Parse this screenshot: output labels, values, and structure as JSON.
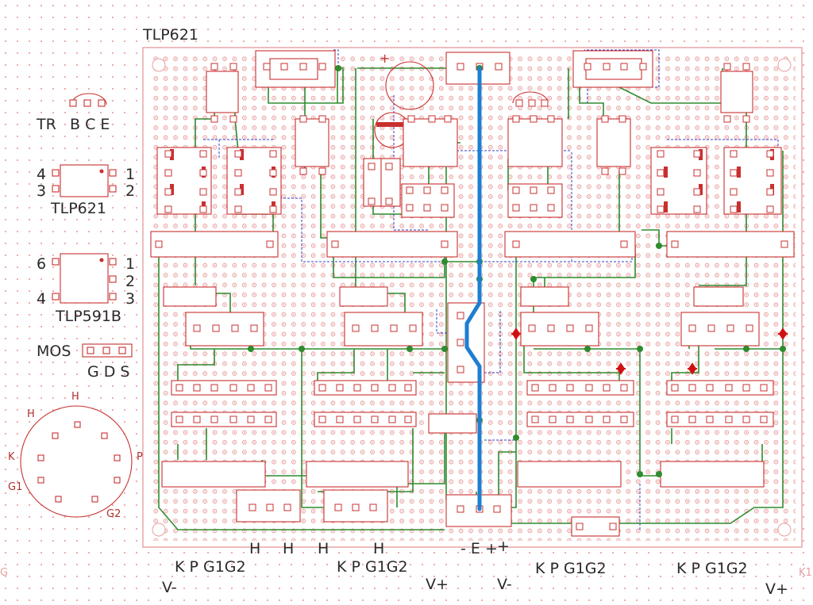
{
  "colors": {
    "background": "#ffffff",
    "board_outline": "#e8a0a0",
    "hole": "#e07070",
    "component": "#c83030",
    "trace": "#2e8b2e",
    "dashed_wire": "#3040c8",
    "bus": "#1e7fd0",
    "text": "#2a2a2a",
    "marker": "#d01010"
  },
  "board": {
    "title": "TLP621"
  },
  "legend": {
    "tr": {
      "name": "TR",
      "pins": "B C E"
    },
    "tlp621": {
      "name": "TLP621",
      "left_top": "4",
      "left_bottom": "3",
      "right_top": "1",
      "right_bottom": "2"
    },
    "tlp591b": {
      "name": "TLP591B",
      "left_top": "6",
      "left_bottom": "4",
      "right_1": "1",
      "right_2": "2",
      "right_3": "3"
    },
    "mos": {
      "name": "MOS",
      "pins": "G D S"
    },
    "tube": {
      "top": "H",
      "upper_left": "H",
      "left": "K",
      "right": "P",
      "lower_left": "G1",
      "lower_right": "G2"
    }
  },
  "bottom_labels": {
    "h1": "H",
    "h2": "H",
    "h3": "H",
    "h4": "H",
    "group1": "K P G1G2",
    "group2": "K P G1G2",
    "group3": "K P G1G2",
    "group4": "K P G1G2",
    "v_minus_1": "V-",
    "v_plus_1": "V+",
    "v_minus_2": "V-",
    "v_plus_2": "V+",
    "power": "-  E  +",
    "edge_left": "G",
    "edge_right": "K1"
  },
  "board_marks": {
    "plus_top": "+",
    "plus_right": "+"
  }
}
